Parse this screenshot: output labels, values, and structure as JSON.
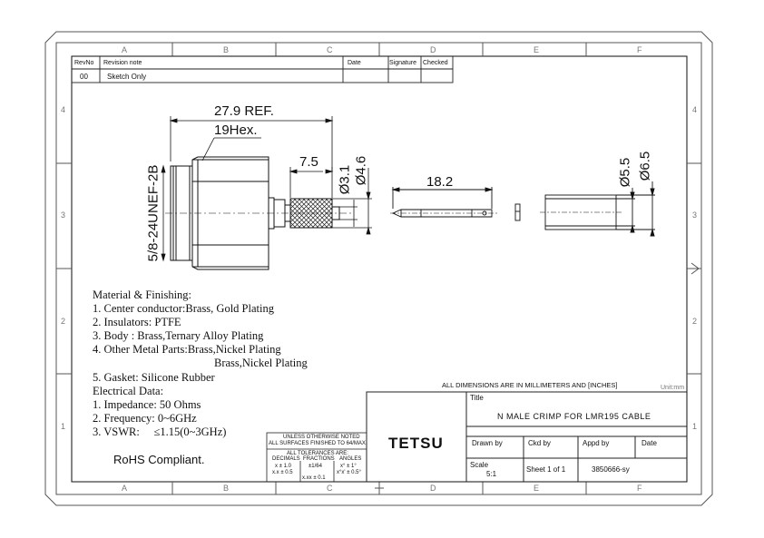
{
  "zone_letters": [
    "A",
    "B",
    "C",
    "D",
    "E",
    "F"
  ],
  "zone_numbers": [
    "4",
    "3",
    "2",
    "1"
  ],
  "revision_table": {
    "headers": {
      "rev": "RevNo",
      "note": "Revision note",
      "date": "Date",
      "signature": "Signature",
      "checked": "Checked"
    },
    "rows": [
      {
        "rev": "00",
        "note": "Sketch Only"
      }
    ]
  },
  "dimensions": {
    "length_ref": "27.9 REF.",
    "hex": "19Hex.",
    "thread": "5/8-24UNEF-2B",
    "ferrule_len": "7.5",
    "d1": "Ø3.1",
    "d2": "Ø4.6",
    "pin_len": "18.2",
    "d3": "Ø5.5",
    "d4": "Ø6.5"
  },
  "notes": {
    "material_heading": "Material & Finishing:",
    "material": [
      "1. Center conductor:Brass, Gold Plating",
      "2. Insulators: PTFE",
      "3. Body : Brass,Ternary Alloy Plating",
      "4. Other Metal Parts:Brass,Nickel Plating",
      "Brass,Nickel Plating",
      "5. Gasket: Silicone Rubber"
    ],
    "electrical_heading": "Electrical Data:",
    "electrical": [
      "1. Impedance: 50 Ohms",
      "2. Frequency: 0~6GHz",
      "3. VSWR:     ≤1.15(0~3GHz)"
    ],
    "rohs": "RoHS Compliant."
  },
  "tolerance_block": {
    "line1": "UNLESS OTHERWISE NOTED",
    "line2": "ALL SURFACES FINISHED TO 64/MAX.",
    "line3": "ALL TOLERANCES ARE:",
    "col1_head": "DECIMALS",
    "col2_head": "FRACTIONS",
    "col3_head": "ANGLES",
    "col1_a": "x ± 1.0",
    "col1_b": "x.x ± 0.5",
    "col2_a": "±1/64",
    "col2_b": "x.xx ± 0.1",
    "col3_a": "x° ± 1°",
    "col3_b": "x°x' ± 0.5°"
  },
  "title_block": {
    "units_note": "ALL DIMENSIONS ARE IN MILLIMETERS AND [INCHES]",
    "unit": "Unit:mm",
    "title_label": "Title",
    "title": "N MALE CRIMP FOR LMR195 CABLE",
    "company": "TETSU",
    "drawn_by": "Drawn by",
    "ckd_by": "Ckd by",
    "appd_by": "Appd by",
    "date": "Date",
    "scale_label": "Scale",
    "scale": "5:1",
    "sheet": "Sheet 1 of 1",
    "part_number": "3850666-sy"
  }
}
